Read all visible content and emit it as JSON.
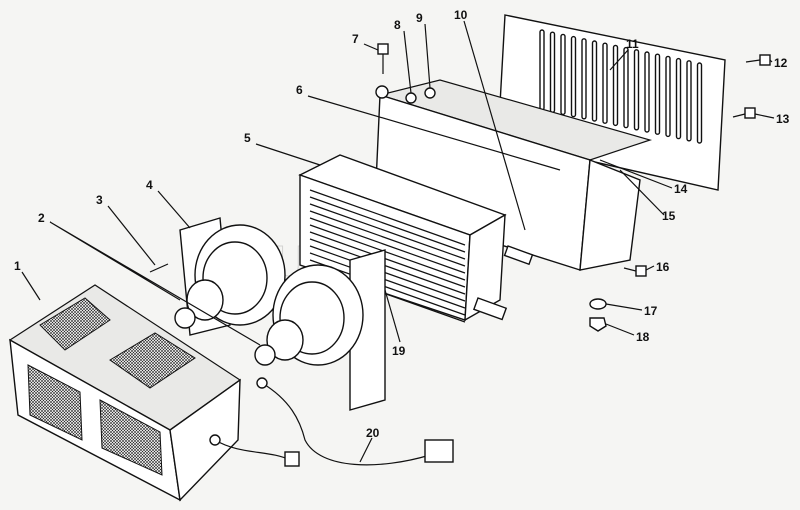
{
  "title": "Heater unit exploded view",
  "watermark": "AutoSoft",
  "callouts": [
    {
      "id": "1",
      "label": "1"
    },
    {
      "id": "2",
      "label": "2"
    },
    {
      "id": "3",
      "label": "3"
    },
    {
      "id": "4",
      "label": "4"
    },
    {
      "id": "5",
      "label": "5"
    },
    {
      "id": "6",
      "label": "6"
    },
    {
      "id": "7",
      "label": "7"
    },
    {
      "id": "8",
      "label": "8"
    },
    {
      "id": "9",
      "label": "9"
    },
    {
      "id": "10",
      "label": "10"
    },
    {
      "id": "11",
      "label": "11"
    },
    {
      "id": "12",
      "label": "12"
    },
    {
      "id": "13",
      "label": "13"
    },
    {
      "id": "14",
      "label": "14"
    },
    {
      "id": "15",
      "label": "15"
    },
    {
      "id": "16",
      "label": "16"
    },
    {
      "id": "17",
      "label": "17"
    },
    {
      "id": "18",
      "label": "18"
    },
    {
      "id": "19",
      "label": "19"
    },
    {
      "id": "20",
      "label": "20"
    }
  ]
}
